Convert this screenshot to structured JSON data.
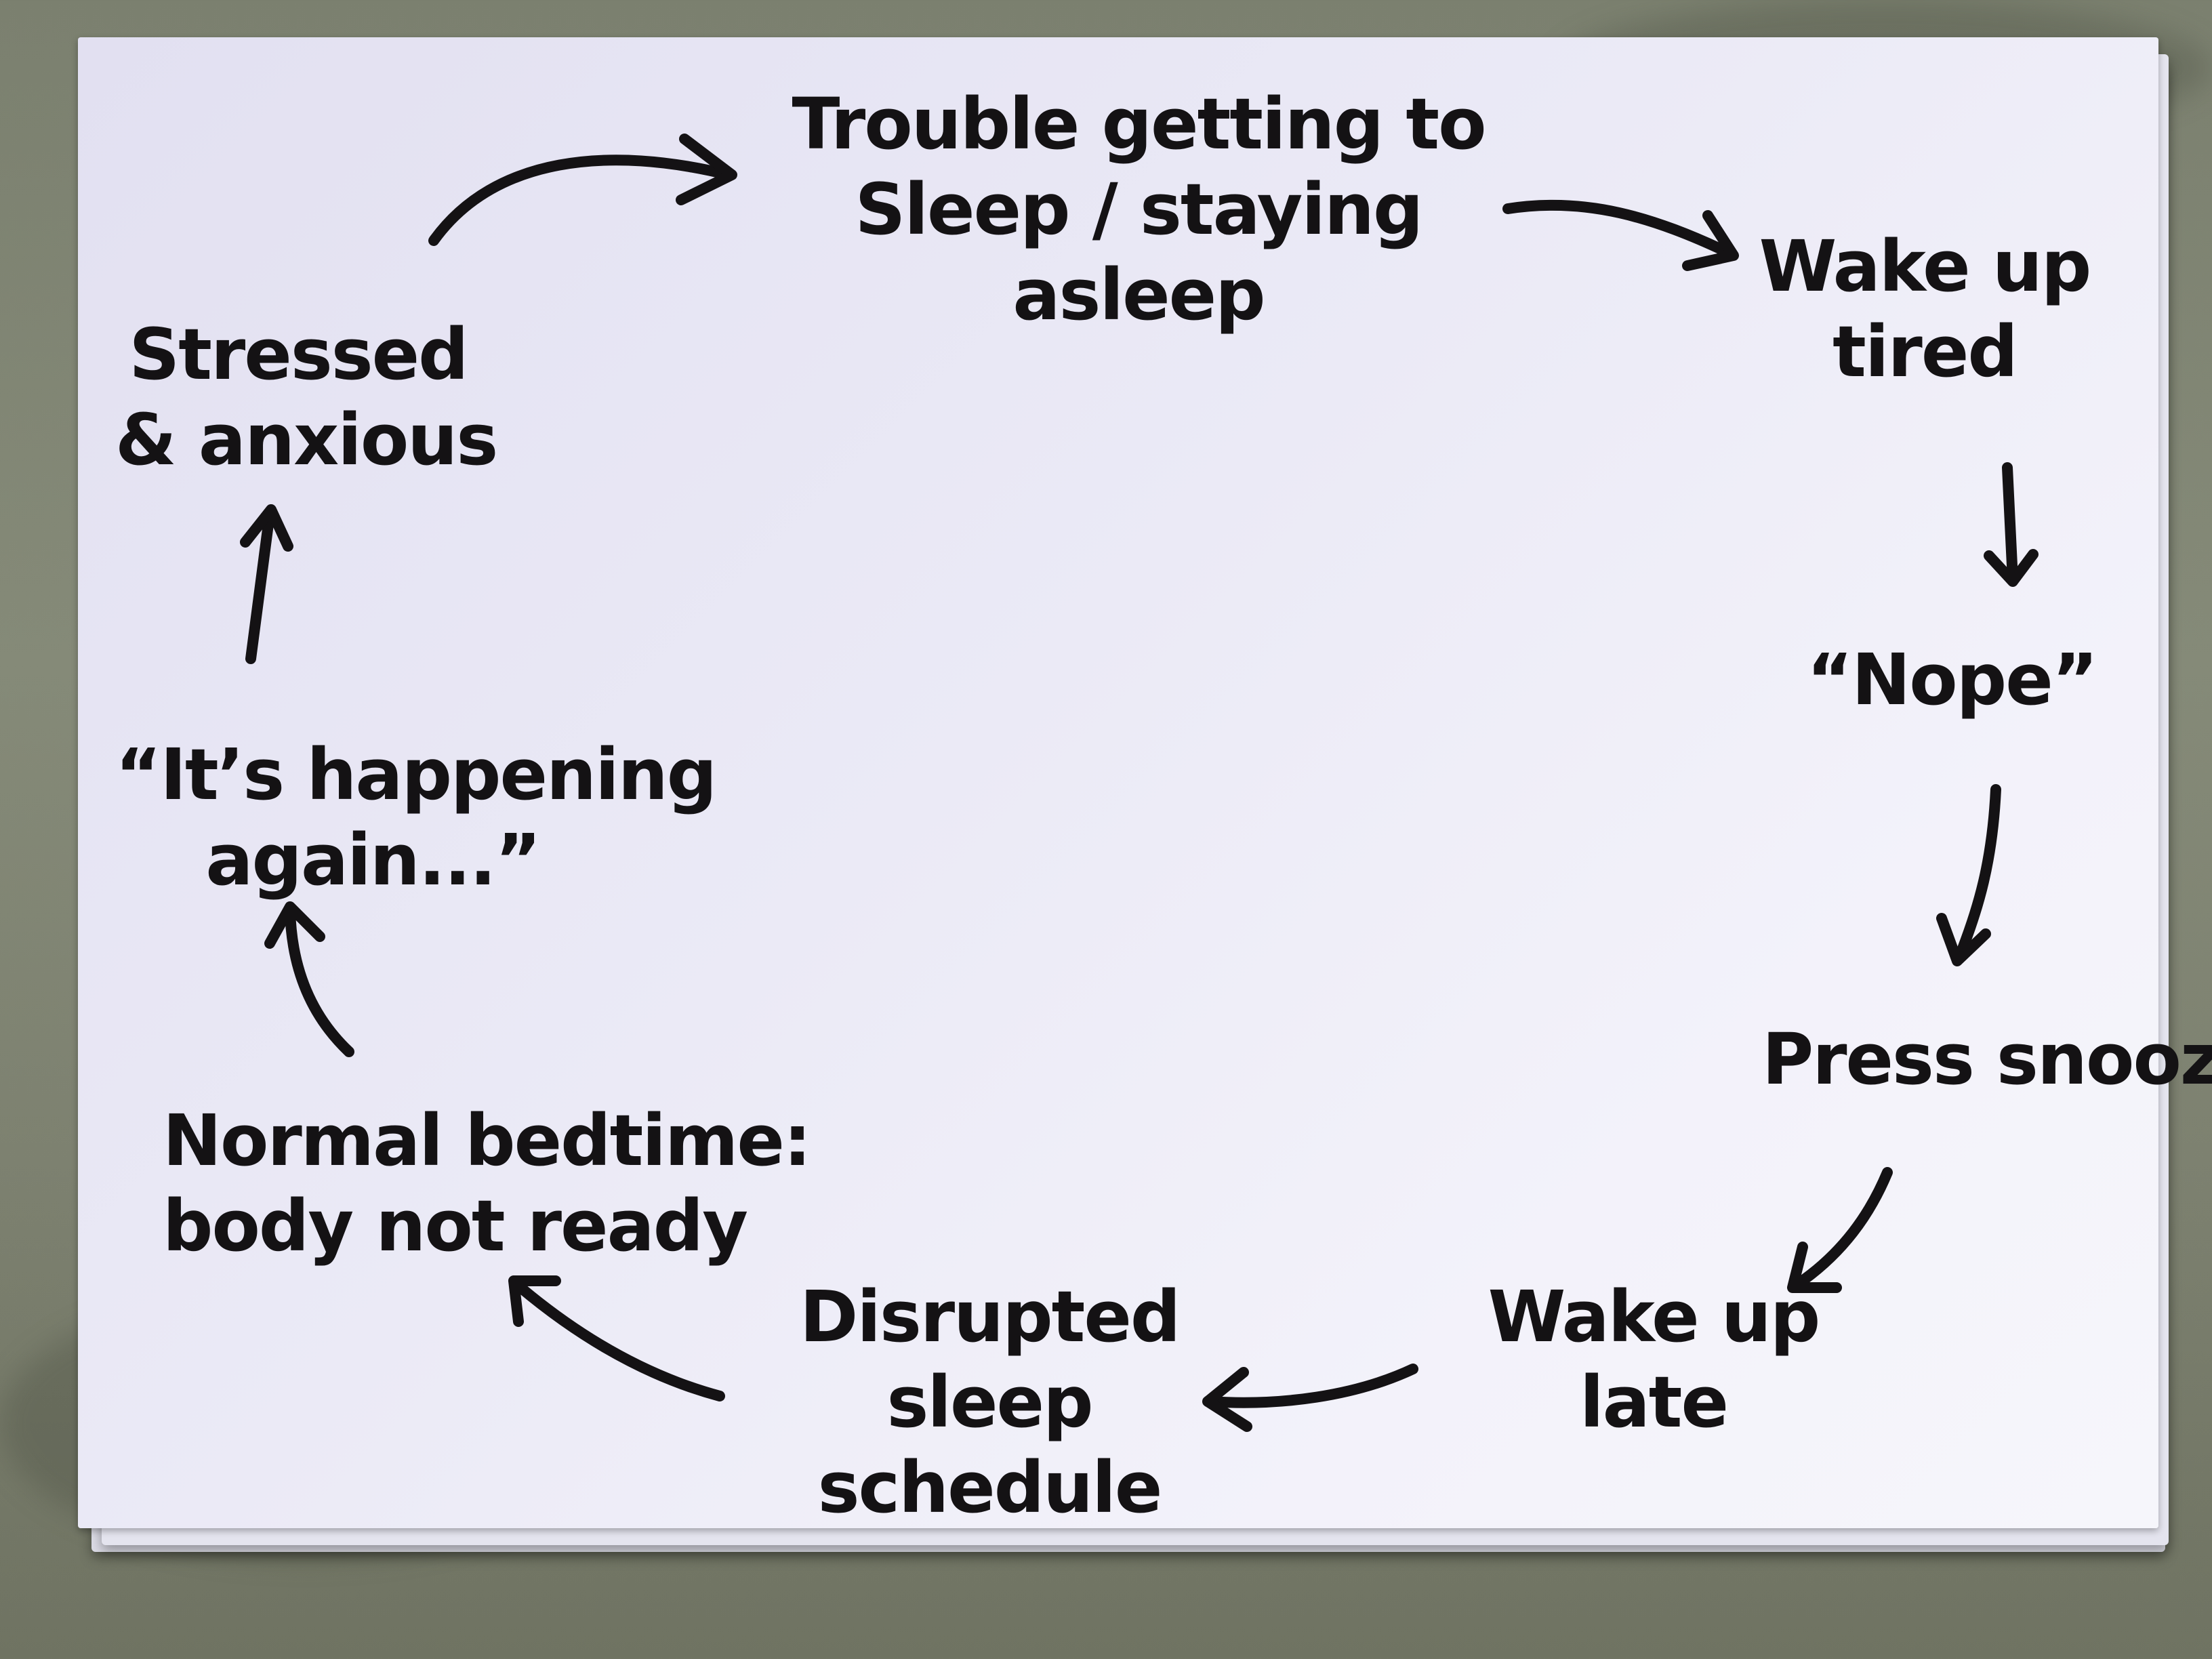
{
  "nodes": {
    "trouble_sleeping": {
      "lines": [
        "Trouble getting to",
        "Sleep / staying",
        "asleep"
      ]
    },
    "wake_up_tired": {
      "lines": [
        "Wake up",
        "tired"
      ]
    },
    "nope": {
      "lines": [
        "“Nope”"
      ]
    },
    "press_snooze": {
      "lines": [
        "Press snooze"
      ]
    },
    "wake_up_late": {
      "lines": [
        "Wake up",
        "late"
      ]
    },
    "disrupted_schedule": {
      "lines": [
        "Disrupted",
        "sleep",
        "schedule"
      ]
    },
    "normal_bedtime": {
      "lines": [
        "Normal bedtime:",
        "body not ready"
      ]
    },
    "happening_again": {
      "lines": [
        "“It’s happening",
        "again...”"
      ]
    },
    "stressed_anxious": {
      "lines": [
        "Stressed",
        "& anxious"
      ]
    }
  },
  "colors": {
    "ink": "#141214",
    "paper": "#ebeaf6",
    "background": "#7f8472"
  }
}
